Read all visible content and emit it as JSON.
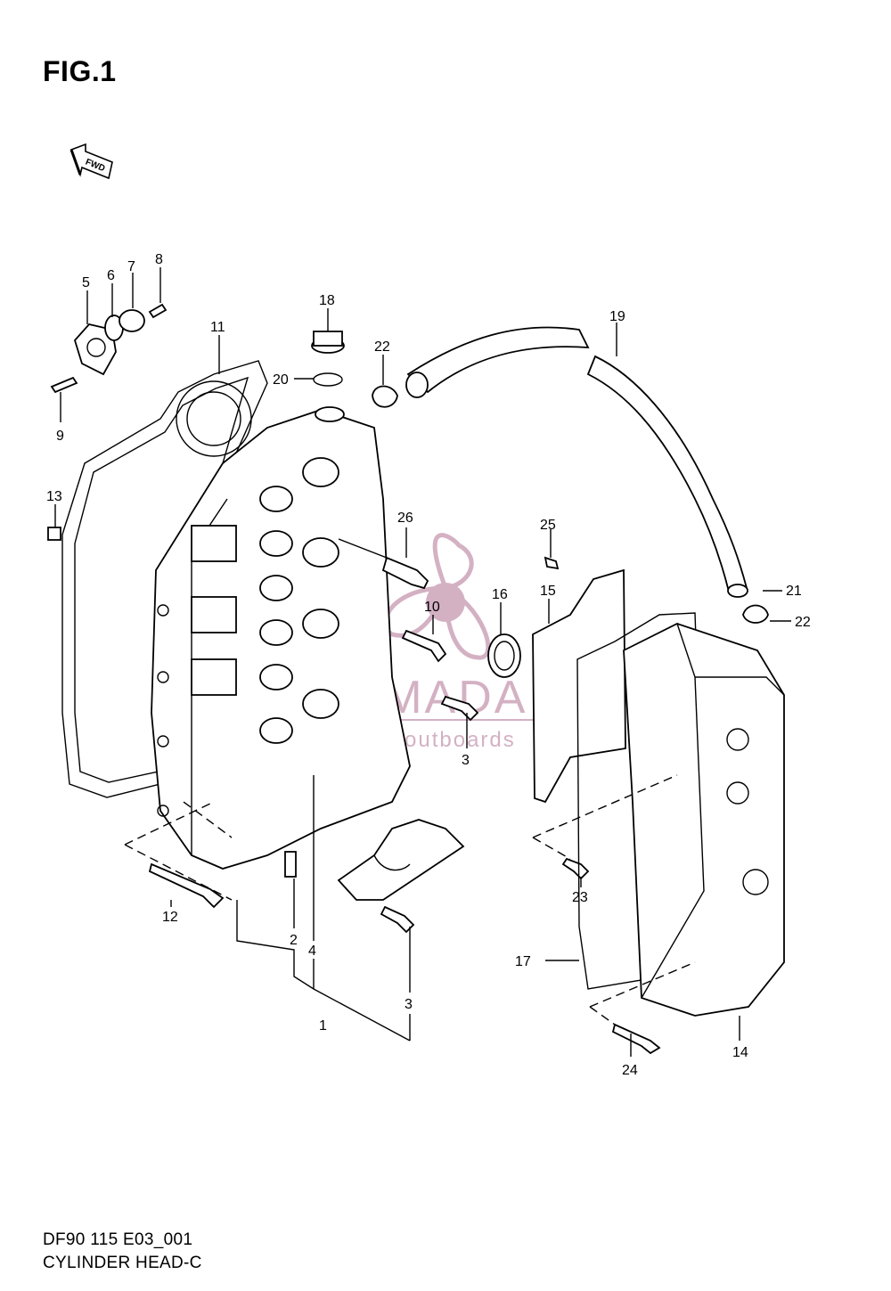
{
  "figure": {
    "title": "FIG.1",
    "fwd_label": "FWD",
    "diagram_code": "DF90 115 E03_001",
    "diagram_name": "CYLINDER HEAD-C"
  },
  "watermark": {
    "main": "ARMADA",
    "sub": "marine outboards",
    "color": "#cfa9bd"
  },
  "callouts": {
    "c1": "1",
    "c2": "2",
    "c3a": "3",
    "c3b": "3",
    "c4": "4",
    "c5": "5",
    "c6": "6",
    "c7": "7",
    "c8": "8",
    "c9": "9",
    "c10": "10",
    "c11": "11",
    "c12": "12",
    "c13": "13",
    "c14": "14",
    "c15": "15",
    "c16": "16",
    "c17": "17",
    "c18": "18",
    "c19": "19",
    "c20": "20",
    "c21": "21",
    "c22a": "22",
    "c22b": "22",
    "c23": "23",
    "c24": "24",
    "c25": "25",
    "c26": "26"
  }
}
